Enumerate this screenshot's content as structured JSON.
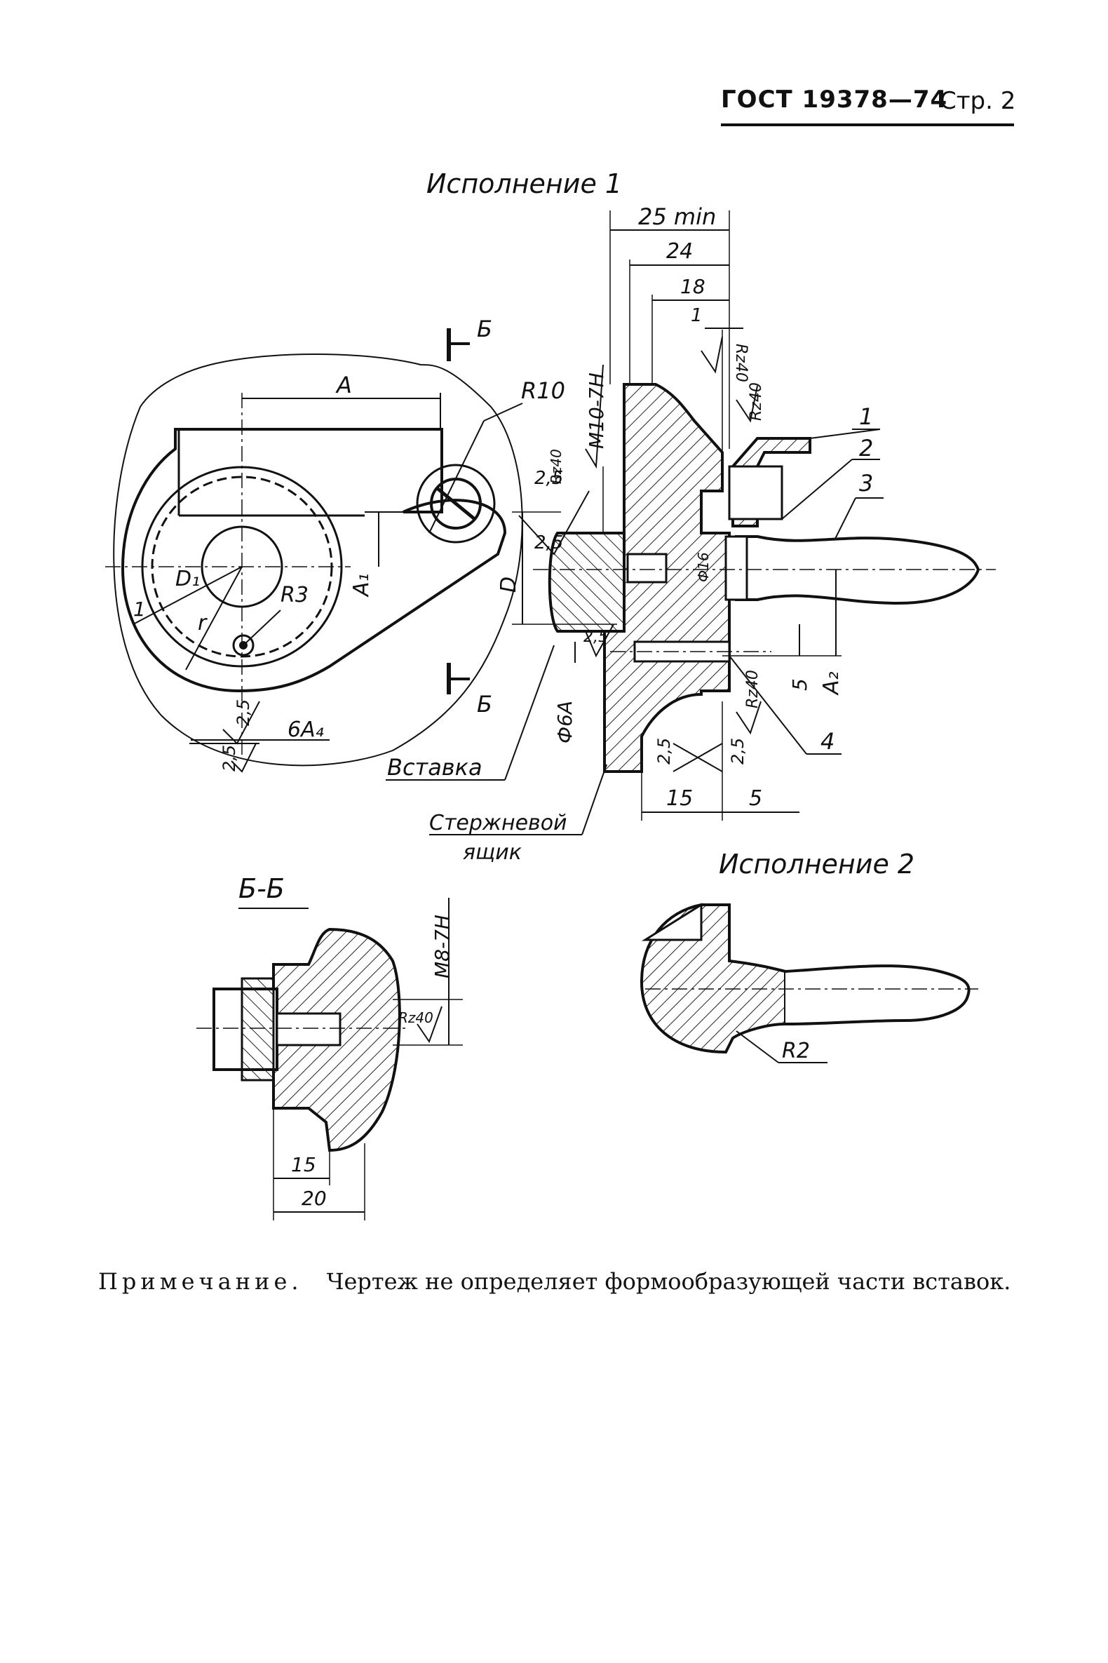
{
  "header": {
    "standard": "ГОСТ 19378—74",
    "page": "Стр. 2"
  },
  "figure1": {
    "title": "Исполнение 1",
    "section_mark": "Б",
    "labels": {
      "A": "A",
      "R10": "R10",
      "R3": "R3",
      "D1": "D₁",
      "r": "r",
      "one": "1",
      "A1": "A₁",
      "rough_2_5_a": "2,5",
      "rough_2_5_b": "2,5",
      "six_A4": "6A₄",
      "insert": "Вставка",
      "core_box_1": "Стержневой",
      "core_box_2": "ящик",
      "dim_25min": "25 min",
      "dim_24": "24",
      "dim_18": "18",
      "dim_1": "1",
      "rz40_a": "Rz40",
      "rz40_b": "Rz40",
      "rz40_c": "Rz40",
      "rz40_d": "Rz40",
      "m10": "M10-7H",
      "d_small": "2,5",
      "d_small2": "2,5",
      "D": "D",
      "phi16": "Ф16",
      "phi6A": "Ф6А",
      "rough_2_5_c": "2,5",
      "rough_2_5_d": "2,5",
      "rough_2_5_e": "2,5",
      "dim_15": "15",
      "dim_5a": "5",
      "dim_5b": "5",
      "A2": "A₂",
      "pos1": "1",
      "pos2": "2",
      "pos3": "3",
      "pos4": "4"
    }
  },
  "figure2": {
    "title": "Б-Б",
    "labels": {
      "m8": "M8-7H",
      "rz40": "Rz40",
      "dim_15": "15",
      "dim_20": "20"
    }
  },
  "figure3": {
    "title": "Исполнение 2",
    "labels": {
      "R2": "R2"
    }
  },
  "note": {
    "label": "Примечание.",
    "text": "Чертеж не определяет формообразующей части вставок."
  }
}
